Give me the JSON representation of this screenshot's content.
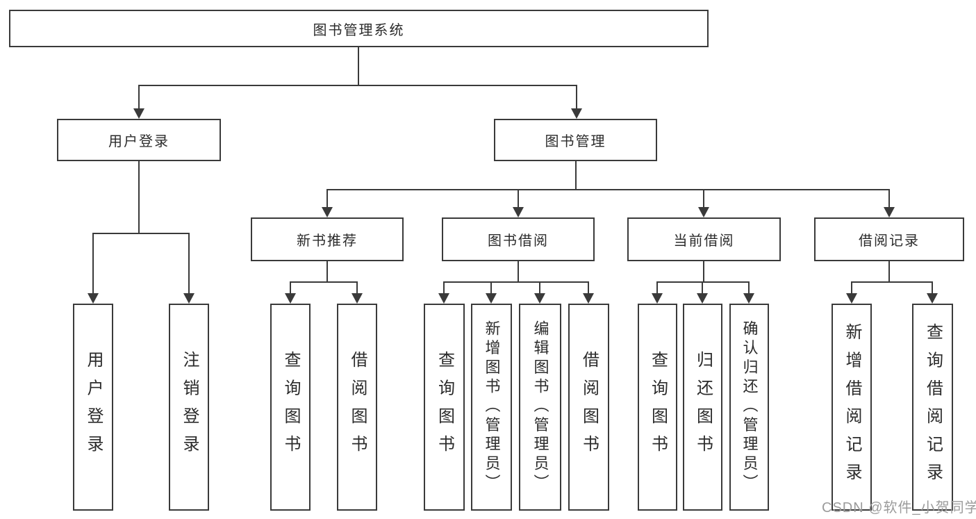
{
  "diagram_title": "图书管理系统",
  "colors": {
    "line": "#3a3a3a",
    "text": "#2b2b2b",
    "watermark": "#9b9b9b",
    "background": "#ffffff"
  },
  "nodes": {
    "root": {
      "label": "图书管理系统"
    },
    "user_login": {
      "label": "用户登录"
    },
    "book_mgmt": {
      "label": "图书管理"
    },
    "new_book_rec": {
      "label": "新书推荐"
    },
    "book_borrow": {
      "label": "图书借阅"
    },
    "current_borrow": {
      "label": "当前借阅"
    },
    "borrow_records": {
      "label": "借阅记录"
    },
    "leaf_user_login": {
      "label": "用户登录"
    },
    "leaf_logout": {
      "label": "注销登录"
    },
    "leaf_query_book_rec": {
      "label": "查询图书"
    },
    "leaf_borrow_book_rec": {
      "label": "借阅图书"
    },
    "leaf_query_book_borrow": {
      "label": "查询图书"
    },
    "leaf_add_book": {
      "label": "新增图书（管理员）"
    },
    "leaf_edit_book": {
      "label": "编辑图书（管理员）"
    },
    "leaf_borrow_book_borrow": {
      "label": "借阅图书"
    },
    "leaf_query_book_current": {
      "label": "查询图书"
    },
    "leaf_return_book": {
      "label": "归还图书"
    },
    "leaf_confirm_return": {
      "label": "确认归还（管理员）"
    },
    "leaf_add_record": {
      "label": "新增借阅记录"
    },
    "leaf_query_record": {
      "label": "查询借阅记录"
    }
  },
  "hierarchy": {
    "图书管理系统": {
      "用户登录": [
        "用户登录",
        "注销登录"
      ],
      "图书管理": {
        "新书推荐": [
          "查询图书",
          "借阅图书"
        ],
        "图书借阅": [
          "查询图书",
          "新增图书（管理员）",
          "编辑图书（管理员）",
          "借阅图书"
        ],
        "当前借阅": [
          "查询图书",
          "归还图书",
          "确认归还（管理员）"
        ],
        "借阅记录": [
          "新增借阅记录",
          "查询借阅记录"
        ]
      }
    }
  },
  "watermark": {
    "text": "CSDN @软件_小贺同学"
  }
}
